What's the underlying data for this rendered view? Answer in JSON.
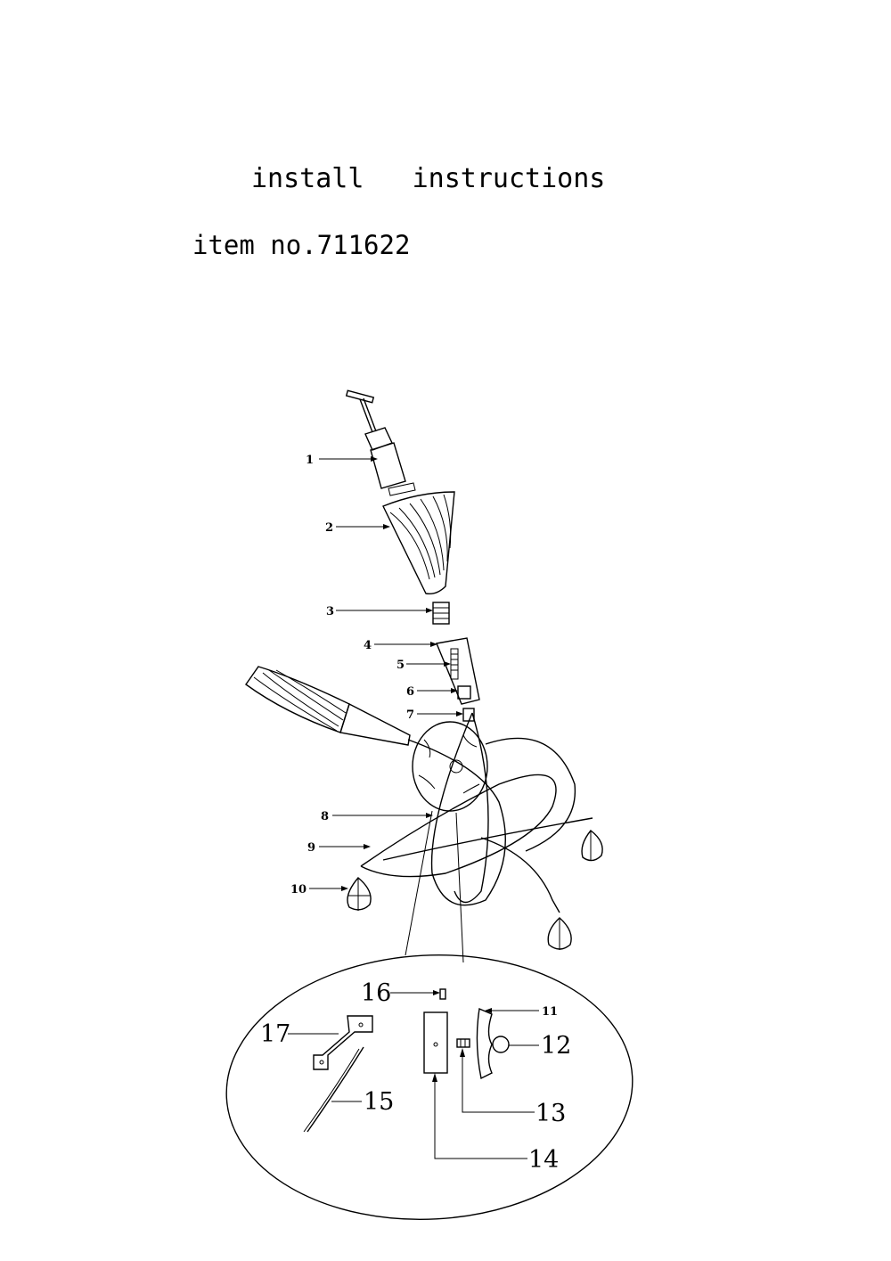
{
  "header": {
    "title": "install   instructions",
    "item_no": "item no.711622"
  },
  "callouts": {
    "c1": "1",
    "c2": "2",
    "c3": "3",
    "c4": "4",
    "c5": "5",
    "c6": "6",
    "c7": "7",
    "c8": "8",
    "c9": "9",
    "c10": "10",
    "c11": "11",
    "c12": "12",
    "c13": "13",
    "c14": "14",
    "c15": "15",
    "c16": "16",
    "c17": "17"
  }
}
